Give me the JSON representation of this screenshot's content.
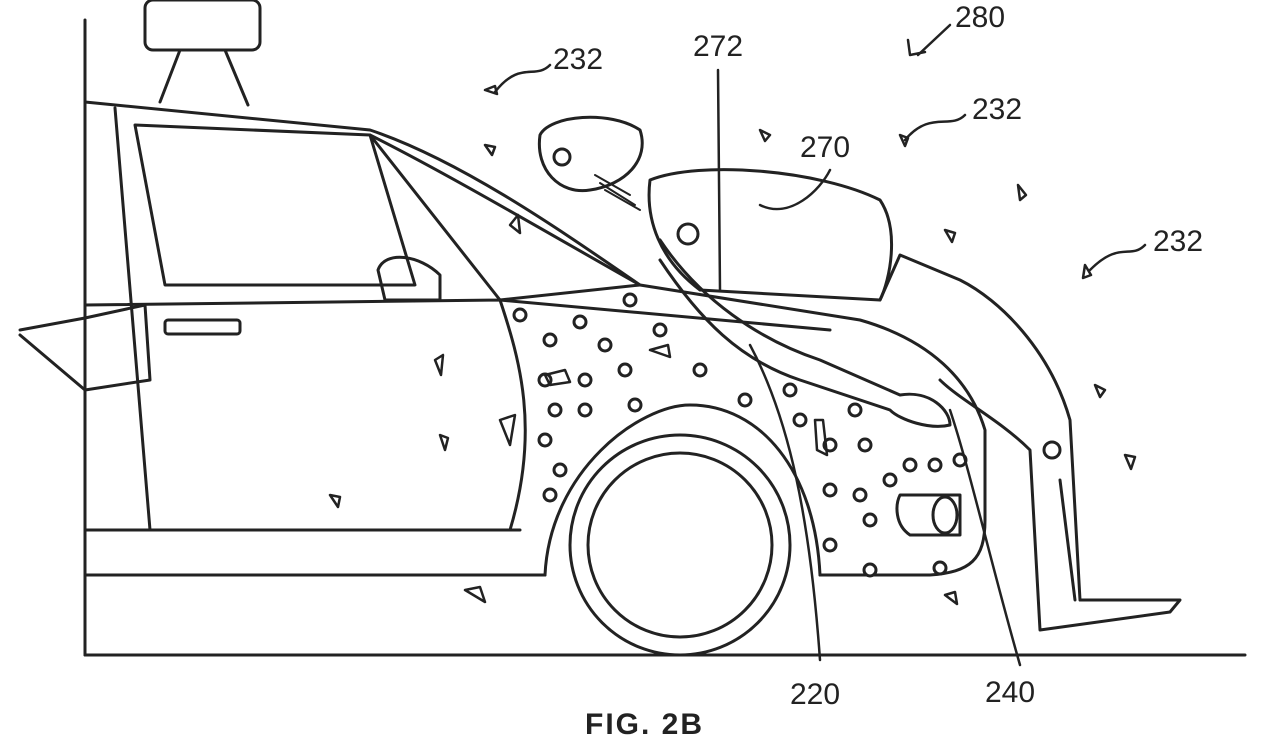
{
  "figure": {
    "caption": "FIG. 2B",
    "labels": {
      "l280": "280",
      "l272": "272",
      "l232a": "232",
      "l232b": "232",
      "l232c": "232",
      "l270": "270",
      "l220": "220",
      "l240": "240"
    }
  }
}
